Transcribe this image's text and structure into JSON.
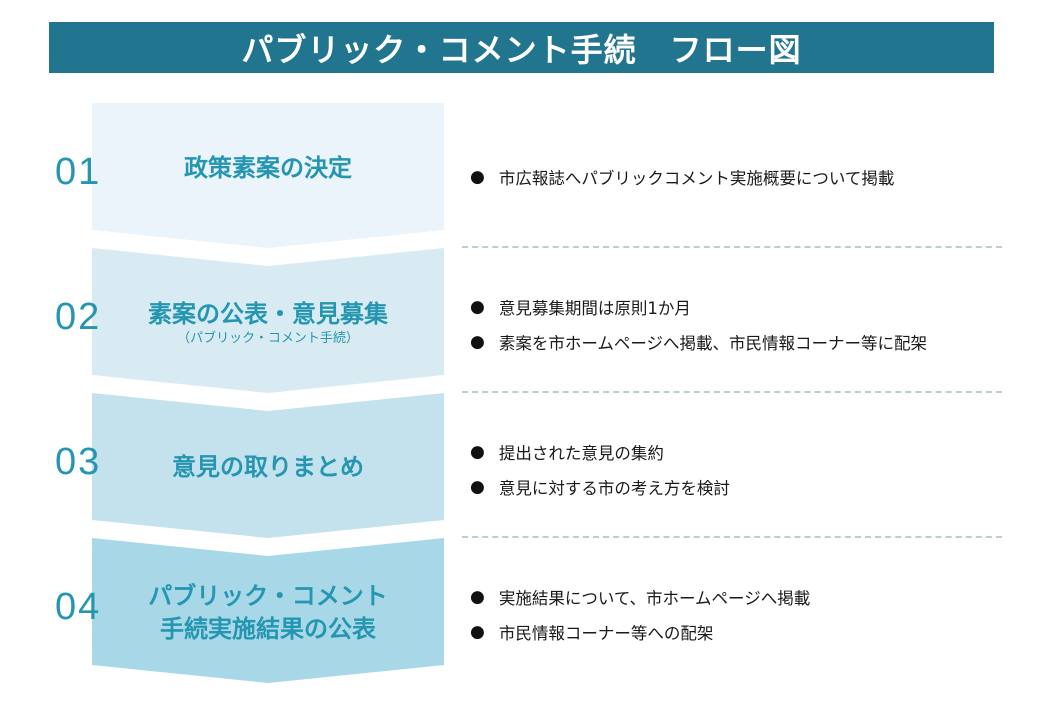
{
  "title": "パブリック・コメント手続　フロー図",
  "bullet_glyph": "●",
  "colors": {
    "title_bg": "#22758f",
    "accent_text": "#2596b1",
    "step_fills": [
      "#ebf4fa",
      "#d8ebf2",
      "#c3e2ed",
      "#a8d8e7"
    ],
    "divider": "#b8d0cf"
  },
  "steps": [
    {
      "number": "01",
      "label_lines": [
        "政策素案の決定"
      ],
      "sub": "",
      "bullets": [
        "市広報誌へパブリックコメント実施概要について掲載"
      ]
    },
    {
      "number": "02",
      "label_lines": [
        "素案の公表・意見募集"
      ],
      "sub": "（パブリック・コメント手続）",
      "bullets": [
        "意見募集期間は原則1か月",
        "素案を市ホームページへ掲載、市民情報コーナー等に配架"
      ]
    },
    {
      "number": "03",
      "label_lines": [
        "意見の取りまとめ"
      ],
      "sub": "",
      "bullets": [
        "提出された意見の集約",
        "意見に対する市の考え方を検討"
      ]
    },
    {
      "number": "04",
      "label_lines": [
        "パブリック・コメント",
        "手続実施結果の公表"
      ],
      "sub": "",
      "bullets": [
        "実施結果について、市ホームページへ掲載",
        "市民情報コーナー等への配架"
      ]
    }
  ]
}
